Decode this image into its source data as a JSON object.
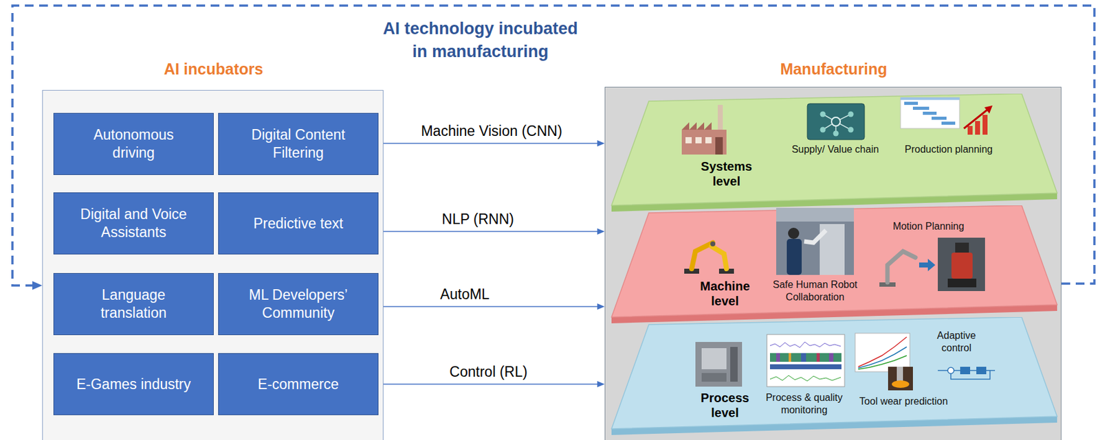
{
  "diagram": {
    "title": "AI technology incubated in manufacturing",
    "nodes": [
      {
        "text": [
          "AI incubators"
        ]
      },
      {
        "text": [
          "Autonomous driving"
        ],
        "in": 0
      },
      {
        "text": [
          "Digital Content Filtering"
        ],
        "in": 0
      },
      {
        "text": [
          "Digital and Voice Assistants"
        ],
        "in": 0
      },
      {
        "text": [
          "Predictive text"
        ],
        "in": 0
      },
      {
        "text": [
          "Language translation"
        ],
        "in": 0
      },
      {
        "text": [
          "ML Developers’ Community"
        ],
        "in": 0
      },
      {
        "text": [
          "E-Games industry"
        ],
        "in": 0
      },
      {
        "text": [
          "E-commerce"
        ],
        "in": 0
      },
      {
        "text": [
          "Manufacturing"
        ]
      },
      {
        "text": [
          "Systems level",
          "Supply/ Value chain",
          "Production planning"
        ],
        "in": 9
      },
      {
        "text": [
          "Machine level",
          "Safe Human Robot Collaboration",
          "Motion Planning"
        ],
        "in": 9
      },
      {
        "text": [
          "Process level",
          "Process & quality monitoring",
          "Tool wear prediction",
          "Adaptive control"
        ],
        "in": 9
      }
    ],
    "edges": [
      {
        "from": 0,
        "to": 9,
        "label": "Machine Vision (CNN)",
        "arrow": "to"
      },
      {
        "from": 0,
        "to": 9,
        "label": "NLP (RNN)",
        "arrow": "to"
      },
      {
        "from": 0,
        "to": 9,
        "label": "AutoML",
        "arrow": "to"
      },
      {
        "from": 0,
        "to": 9,
        "label": "Control (RL)",
        "arrow": "to"
      },
      {
        "from": 9,
        "to": 0,
        "arrow": "to"
      }
    ]
  }
}
